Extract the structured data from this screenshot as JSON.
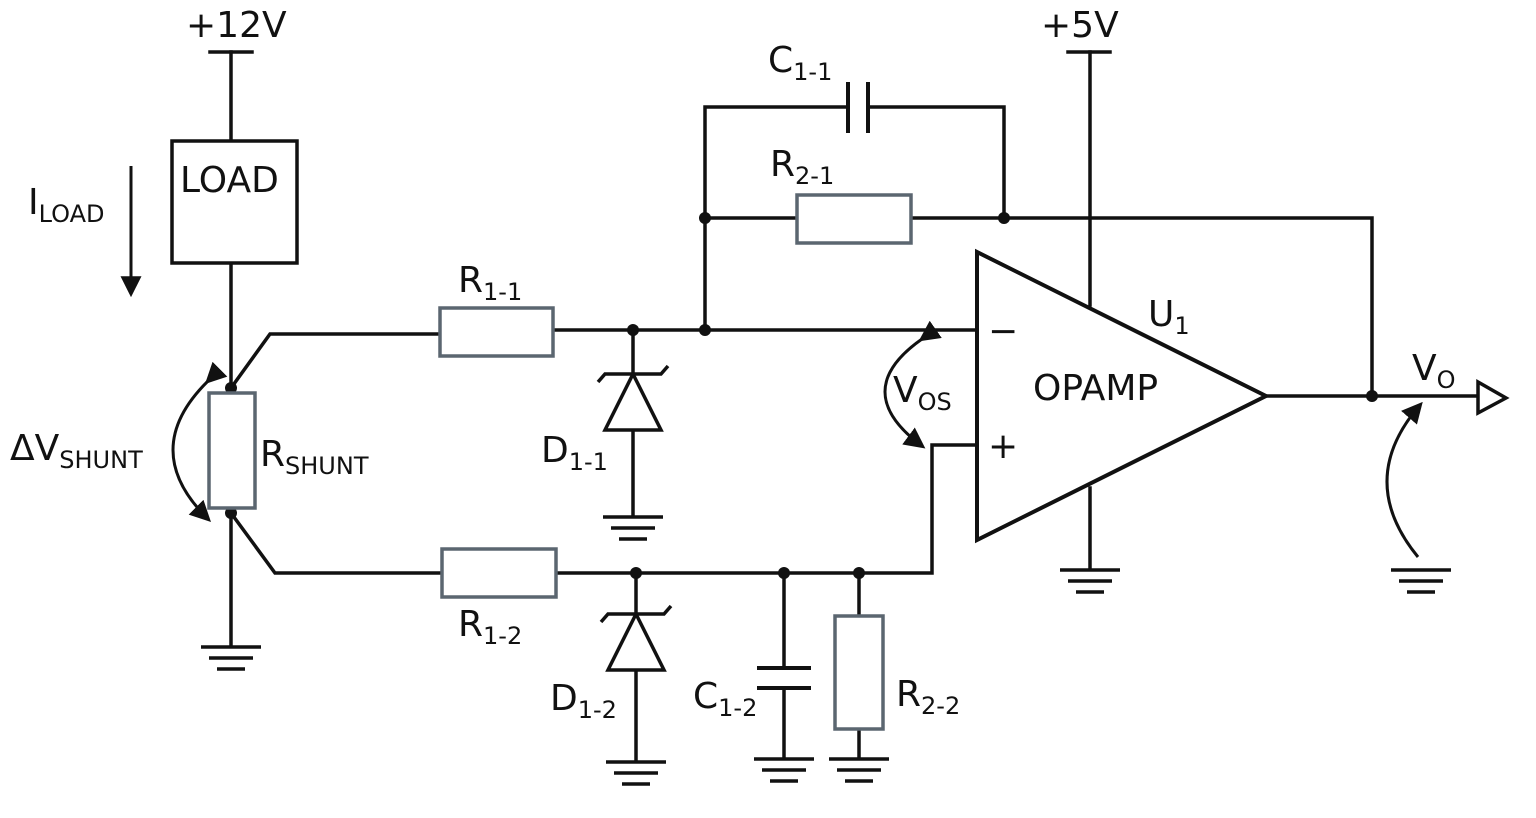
{
  "rails": {
    "v12": "+12V",
    "v5": "+5V"
  },
  "load": {
    "box": "LOAD",
    "current_base": "I",
    "current_sub": "LOAD"
  },
  "shunt": {
    "voltage_base": "ΔV",
    "voltage_sub": "SHUNT",
    "resistor_base": "R",
    "resistor_sub": "SHUNT"
  },
  "resistors": {
    "r11_base": "R",
    "r11_sub": "1-1",
    "r12_base": "R",
    "r12_sub": "1-2",
    "r21_base": "R",
    "r21_sub": "2-1",
    "r22_base": "R",
    "r22_sub": "2-2"
  },
  "capacitors": {
    "c11_base": "C",
    "c11_sub": "1-1",
    "c12_base": "C",
    "c12_sub": "1-2"
  },
  "diodes": {
    "d11_base": "D",
    "d11_sub": "1-1",
    "d12_base": "D",
    "d12_sub": "1-2"
  },
  "opamp": {
    "body": "OPAMP",
    "ref_base": "U",
    "ref_sub": "1",
    "minus": "−",
    "plus": "+",
    "vos_base": "V",
    "vos_sub": "OS"
  },
  "output": {
    "base": "V",
    "sub": "O"
  }
}
